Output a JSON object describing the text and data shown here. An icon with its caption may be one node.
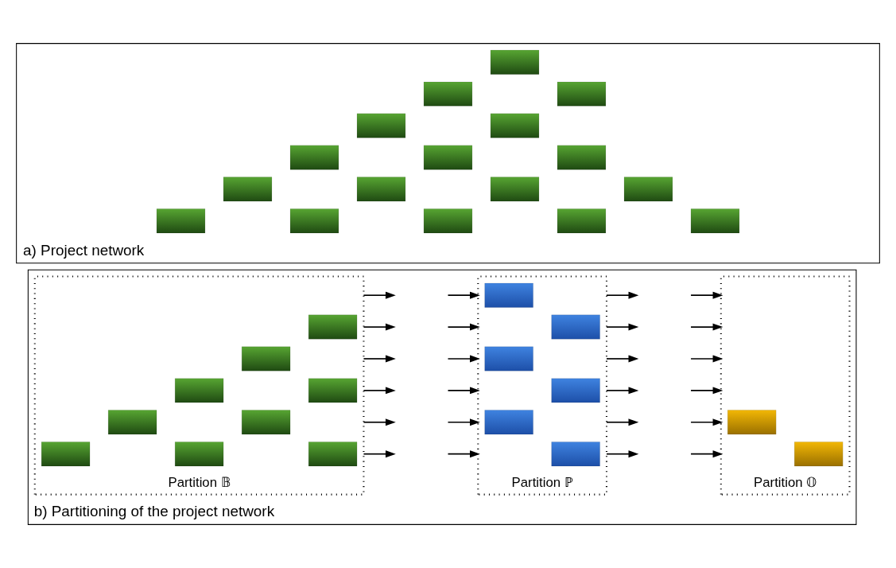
{
  "diagram": {
    "nodes": [
      {
        "text": [
          "a) Project network"
        ]
      },
      {
        "text": [],
        "shape": "box",
        "in": 0
      },
      {
        "text": [],
        "shape": "box",
        "in": 0
      },
      {
        "text": [],
        "shape": "box",
        "in": 0
      },
      {
        "text": [],
        "shape": "box",
        "in": 0
      },
      {
        "text": [],
        "shape": "box",
        "in": 0
      },
      {
        "text": [],
        "shape": "box",
        "in": 0
      },
      {
        "text": [],
        "shape": "box",
        "in": 0
      },
      {
        "text": [],
        "shape": "box",
        "in": 0
      },
      {
        "text": [],
        "shape": "box",
        "in": 0
      },
      {
        "text": [],
        "shape": "box",
        "in": 0
      },
      {
        "text": [],
        "shape": "box",
        "in": 0
      },
      {
        "text": [],
        "shape": "box",
        "in": 0
      },
      {
        "text": [],
        "shape": "box",
        "in": 0
      },
      {
        "text": [],
        "shape": "box",
        "in": 0
      },
      {
        "text": [],
        "shape": "box",
        "in": 0
      },
      {
        "text": [],
        "shape": "box",
        "in": 0
      },
      {
        "text": [],
        "shape": "box",
        "in": 0
      },
      {
        "text": [
          "b) Partitioning of the project network"
        ]
      },
      {
        "text": [
          "Partition 𝔹"
        ],
        "in": 18
      },
      {
        "text": [],
        "shape": "box",
        "in": 19
      },
      {
        "text": [],
        "shape": "box",
        "in": 19
      },
      {
        "text": [],
        "shape": "box",
        "in": 19
      },
      {
        "text": [],
        "shape": "box",
        "in": 19
      },
      {
        "text": [],
        "shape": "box",
        "in": 19
      },
      {
        "text": [],
        "shape": "box",
        "in": 19
      },
      {
        "text": [],
        "shape": "box",
        "in": 19
      },
      {
        "text": [],
        "shape": "box",
        "in": 19
      },
      {
        "text": [],
        "shape": "box",
        "in": 19
      },
      {
        "text": [
          "Partition ℙ"
        ],
        "in": 18
      },
      {
        "text": [],
        "shape": "box",
        "in": 29
      },
      {
        "text": [],
        "shape": "box",
        "in": 29
      },
      {
        "text": [],
        "shape": "box",
        "in": 29
      },
      {
        "text": [],
        "shape": "box",
        "in": 29
      },
      {
        "text": [],
        "shape": "box",
        "in": 29
      },
      {
        "text": [],
        "shape": "box",
        "in": 29
      },
      {
        "text": [
          "Partition 𝕆"
        ],
        "in": 18
      },
      {
        "text": [],
        "shape": "box",
        "in": 36
      },
      {
        "text": [],
        "shape": "box",
        "in": 36
      }
    ],
    "edges": [
      {
        "from": 19,
        "to": null,
        "arrow": "to"
      },
      {
        "from": 19,
        "to": null,
        "arrow": "to"
      },
      {
        "from": 19,
        "to": null,
        "arrow": "to"
      },
      {
        "from": 19,
        "to": null,
        "arrow": "to"
      },
      {
        "from": 19,
        "to": null,
        "arrow": "to"
      },
      {
        "from": 19,
        "to": null,
        "arrow": "to"
      },
      {
        "from": null,
        "to": 29,
        "arrow": "to"
      },
      {
        "from": null,
        "to": 29,
        "arrow": "to"
      },
      {
        "from": null,
        "to": 29,
        "arrow": "to"
      },
      {
        "from": null,
        "to": 29,
        "arrow": "to"
      },
      {
        "from": null,
        "to": 29,
        "arrow": "to"
      },
      {
        "from": null,
        "to": 29,
        "arrow": "to"
      },
      {
        "from": 29,
        "to": null,
        "arrow": "to"
      },
      {
        "from": 29,
        "to": null,
        "arrow": "to"
      },
      {
        "from": 29,
        "to": null,
        "arrow": "to"
      },
      {
        "from": 29,
        "to": null,
        "arrow": "to"
      },
      {
        "from": 29,
        "to": null,
        "arrow": "to"
      },
      {
        "from": 29,
        "to": null,
        "arrow": "to"
      },
      {
        "from": null,
        "to": 36,
        "arrow": "to"
      },
      {
        "from": null,
        "to": 36,
        "arrow": "to"
      },
      {
        "from": null,
        "to": 36,
        "arrow": "to"
      },
      {
        "from": null,
        "to": 36,
        "arrow": "to"
      },
      {
        "from": null,
        "to": 36,
        "arrow": "to"
      },
      {
        "from": null,
        "to": 36,
        "arrow": "to"
      }
    ]
  }
}
